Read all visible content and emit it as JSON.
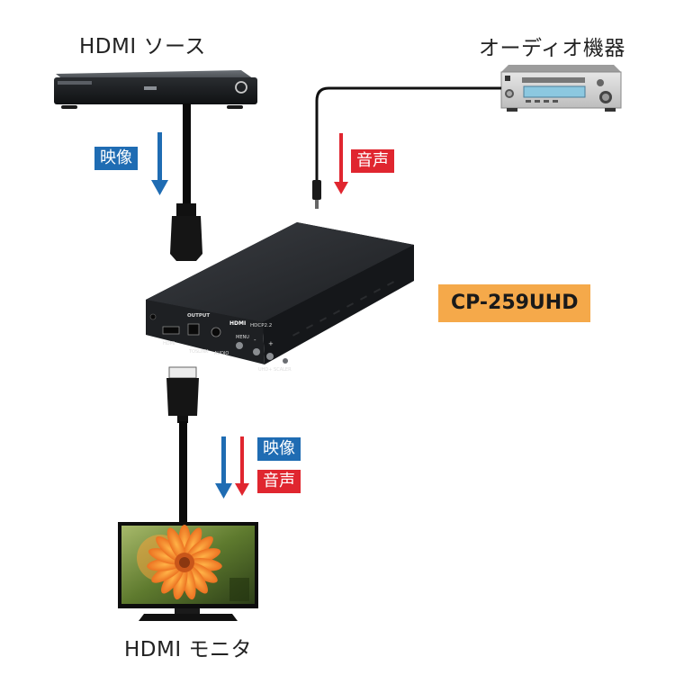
{
  "labels": {
    "hdmi_source": "HDMI ソース",
    "audio_device": "オーディオ機器",
    "hdmi_monitor": "HDMI モニタ"
  },
  "tags": {
    "video_top": "映像",
    "audio_top": "音声",
    "video_bottom": "映像",
    "audio_bottom": "音声"
  },
  "model": "CP-259UHD",
  "device_panel": {
    "output": "OUTPUT",
    "hdmi_port": "HDMI",
    "toslink": "TOSLINK",
    "audio": "AUDIO",
    "menu": "MENU",
    "minus": "-",
    "plus": "+",
    "hdcp": "HDCP2.2",
    "hdmi_logo": "HDMI",
    "scaler": "UHD+ SCALER"
  },
  "colors": {
    "video": "#1f6cb3",
    "audio": "#e0262f",
    "model_bg": "#f5a94a"
  }
}
